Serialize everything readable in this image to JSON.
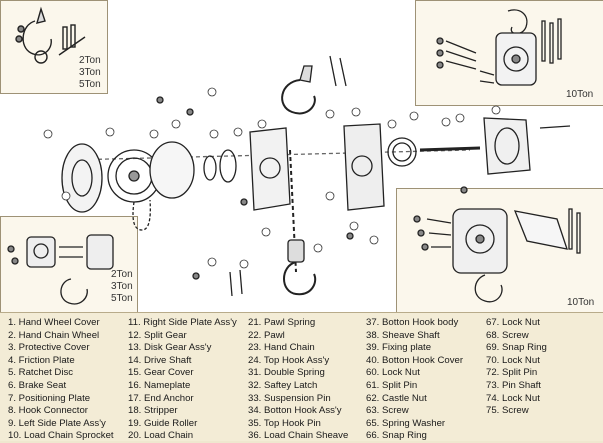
{
  "insets": {
    "small_top_left": {
      "capacities": [
        "2Ton",
        "3Ton",
        "5Ton"
      ]
    },
    "small_bottom_left": {
      "capacities": [
        "2Ton",
        "3Ton",
        "5Ton"
      ]
    },
    "ten_ton_top": {
      "capacity": "10Ton"
    },
    "ten_ton_bottom": {
      "capacity": "10Ton"
    }
  },
  "parts_legend": {
    "col1": [
      "1. Hand Wheel Cover",
      "2. Hand Chain Wheel",
      "3. Protective Cover",
      "4. Friction Plate",
      "5. Ratchet Disc",
      "6. Brake Seat",
      "7. Positioning Plate",
      "8. Hook Connector",
      "9. Left Side Plate Ass'y",
      "10. Load Chain Sprocket"
    ],
    "col2": [
      "11. Right Side Plate Ass'y",
      "12. Split Gear",
      "13. Disk Gear Ass'y",
      "14. Drive Shaft",
      "15. Gear Cover",
      "16. Nameplate",
      "17. End Anchor",
      "18. Stripper",
      "19. Guide Roller",
      "20. Load Chain"
    ],
    "col3": [
      "21. Pawl Spring",
      "22. Pawl",
      "23. Hand Chain",
      "24. Top Hook Ass'y",
      "31. Double Spring",
      "32. Saftey Latch",
      "33. Suspension Pin",
      "34. Botton Hook Ass'y",
      "35. Top Hook Pin",
      "36. Load Chain Sheave"
    ],
    "col4": [
      "37. Botton Hook body",
      "38. Sheave Shaft",
      "39. Fixing plate",
      "40. Botton Hook Cover",
      "60. Lock Nut",
      "61. Split Pin",
      "62. Castle Nut",
      "63. Screw",
      "65. Spring Washer",
      "66. Snap Ring"
    ],
    "col5": [
      "67. Lock Nut",
      "68. Screw",
      "69. Snap Ring",
      "70. Lock Nut",
      "72. Split Pin",
      "73. Pin Shaft",
      "74. Lock Nut",
      "75. Screw"
    ]
  },
  "colors": {
    "diagram_background": "#ffffff",
    "inset_background": "#fbf7ec",
    "legend_background": "#f3ecd6",
    "line_art": "#222222"
  }
}
